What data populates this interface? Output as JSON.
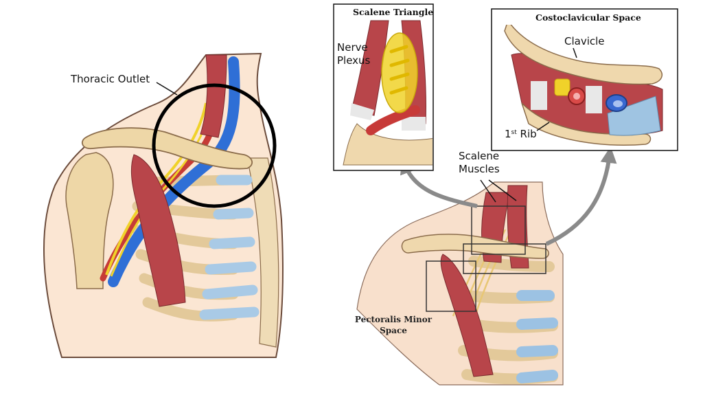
{
  "left_figure": {
    "label": "Thoracic Outlet"
  },
  "inset_scalene": {
    "title": "Scalene Triangle",
    "label_line1": "Nerve",
    "label_line2": "Plexus"
  },
  "inset_costo": {
    "title": "Costoclavicular Space",
    "clavicle_label": "Clavicle",
    "rib_label_num": "1",
    "rib_label_sup": "st",
    "rib_label_word": " Rib"
  },
  "right_figure": {
    "muscles_line1": "Scalene",
    "muscles_line2": "Muscles",
    "pec_line1": "Pectoralis Minor",
    "pec_line2": "Space"
  },
  "colors": {
    "bone": "#e8d2a4",
    "muscle": "#b8454a",
    "vein": "#2b6fd1",
    "artery": "#c73a38",
    "nerve": "#f0d22a",
    "cartilage": "#9fc4e2",
    "skin": "#f6dcc8"
  }
}
